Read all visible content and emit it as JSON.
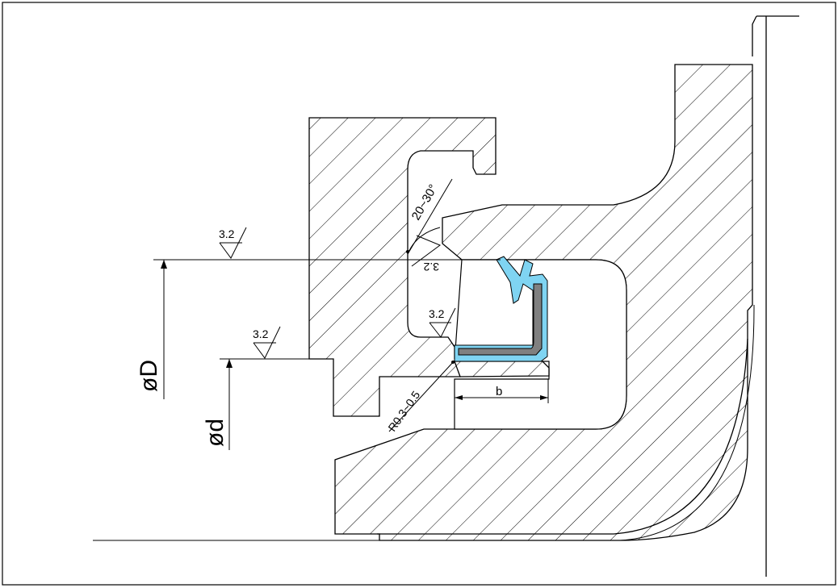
{
  "labels": {
    "diameter_D": "øD",
    "diameter_d": "ød",
    "roughness_1": "3.2",
    "roughness_2": "3.2",
    "roughness_3": "3.2",
    "roughness_rotated": "3.2",
    "chamfer_angle": "20~30°",
    "fillet_radius": "R0.3~0.5",
    "width_b": "b"
  },
  "colors": {
    "lip_seal": "#7fd4f2",
    "metal_insert": "#808080",
    "hatch": "#000000",
    "background": "#ffffff"
  }
}
